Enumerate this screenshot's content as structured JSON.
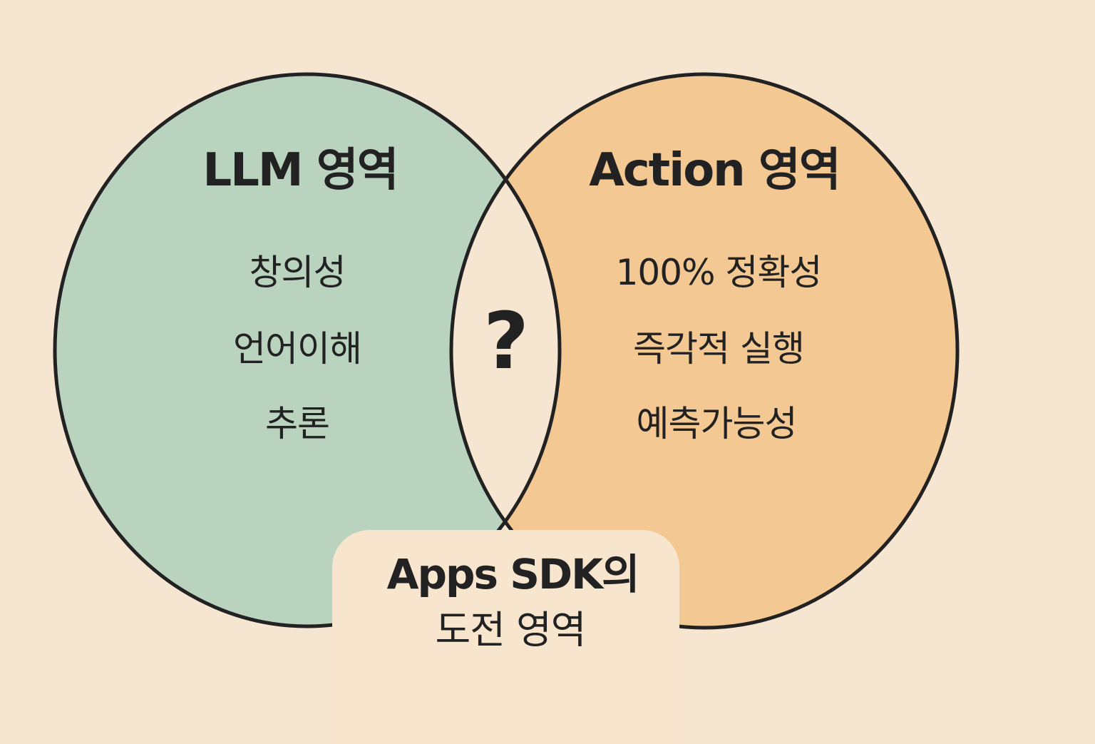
{
  "colors": {
    "background": "#f6e6d1",
    "llm": "#b9d3be",
    "action": "#f4c892",
    "overlap": "#f6e6d1",
    "outline": "#222222"
  },
  "llm": {
    "title": "LLM 영역",
    "items": [
      "창의성",
      "언어이해",
      "추론"
    ]
  },
  "action": {
    "title": "Action 영역",
    "items": [
      "100% 정확성",
      "즉각적 실행",
      "예측가능성"
    ]
  },
  "overlap": {
    "symbol": "?"
  },
  "callout": {
    "line1": "Apps SDK의",
    "line2": "도전 영역"
  }
}
